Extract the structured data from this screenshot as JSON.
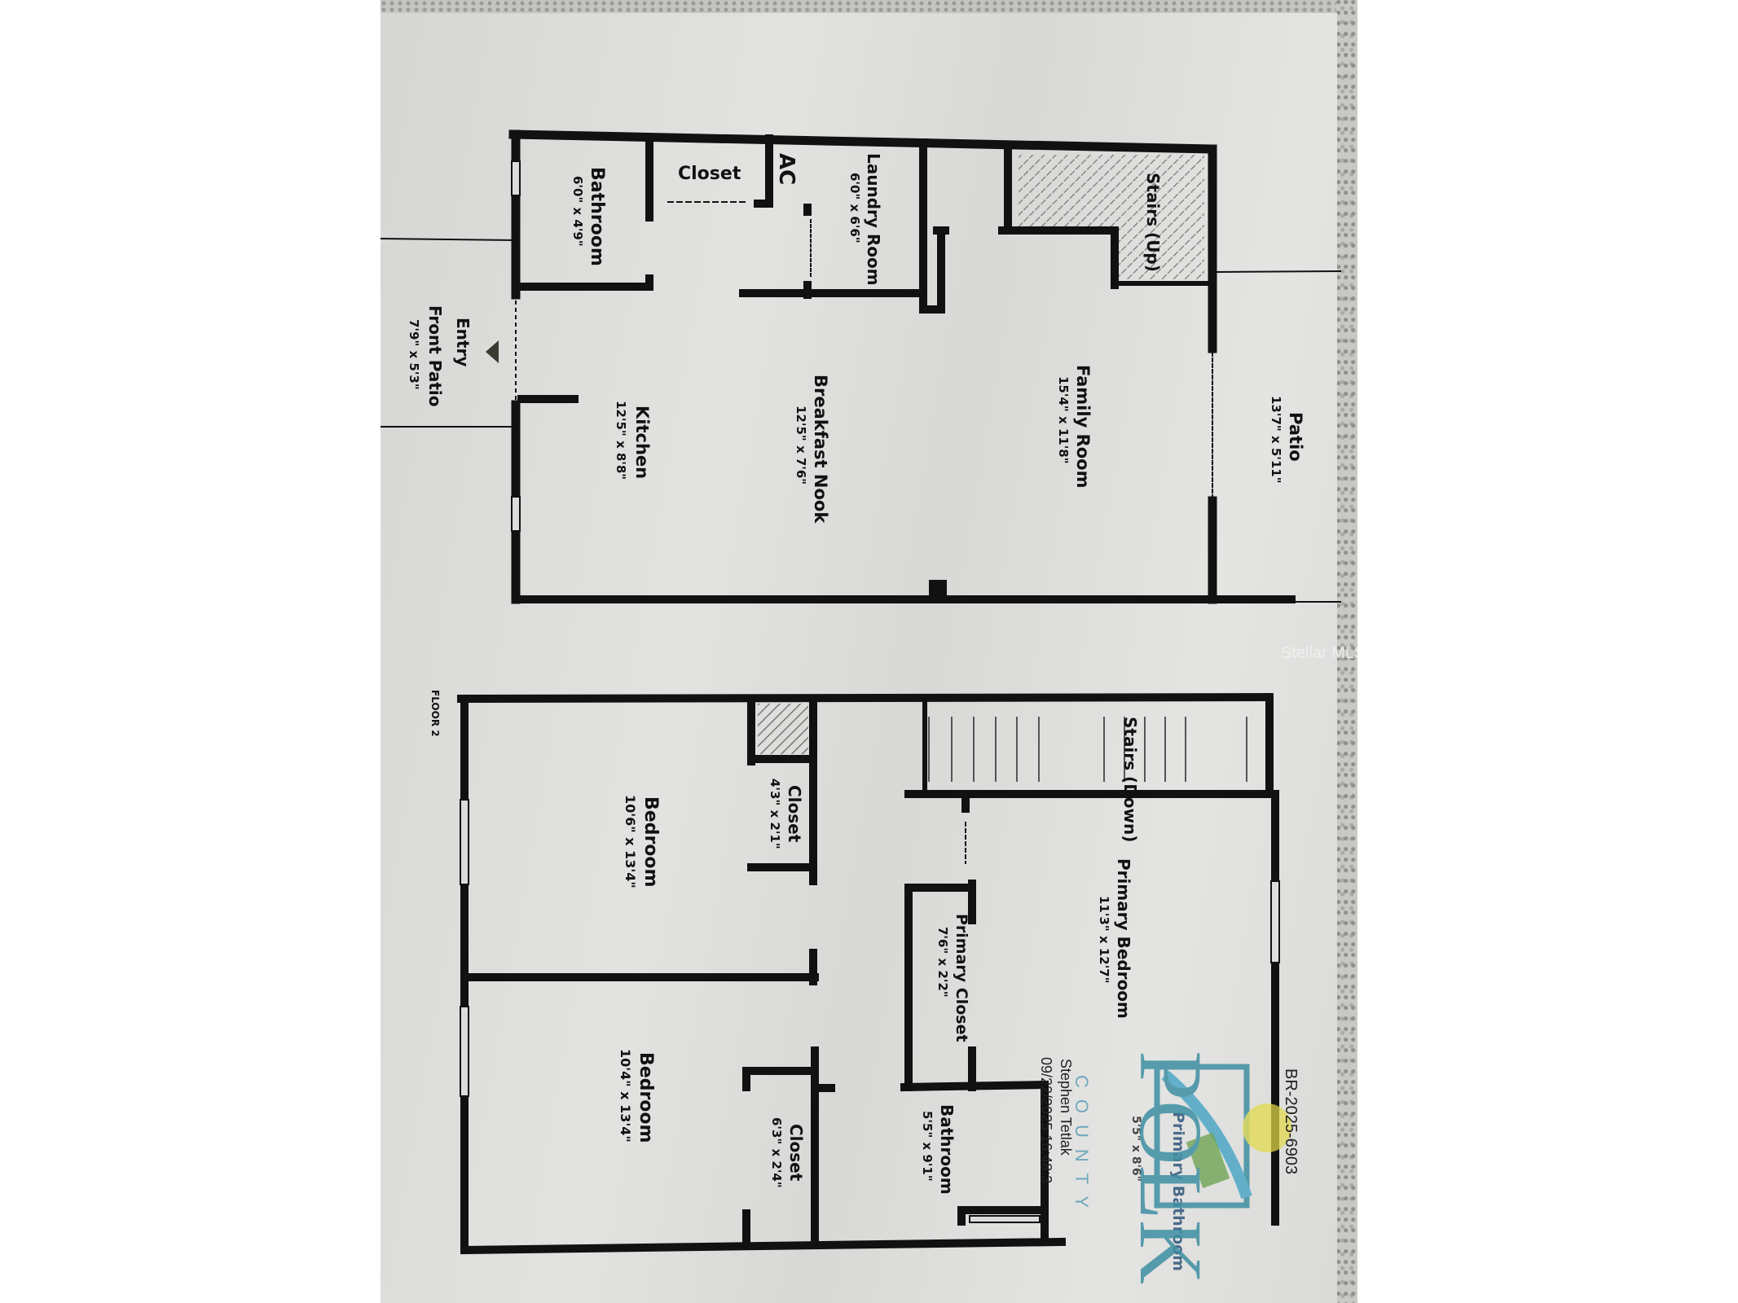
{
  "document": {
    "type": "Floor plan (photographed printout, rotated 90°)",
    "floor_label": "FLOOR 2",
    "watermark": "Stellar MLS",
    "colors": {
      "wall": "#111111",
      "paper": "#dcdcda",
      "logo_teal": "#3e8fa3",
      "logo_green": "#5c9a3c",
      "logo_yellow": "#e3d94a",
      "granite": "#c4c4c0"
    }
  },
  "floor1": {
    "rooms": [
      {
        "name": "Bathroom",
        "dims": "6'0\" x 4'9\""
      },
      {
        "name": "Closet",
        "dims": ""
      },
      {
        "name": "AC",
        "dims": ""
      },
      {
        "name": "Laundry Room",
        "dims": "6'0\" x 6'6\""
      },
      {
        "name": "Stairs (Up)",
        "dims": ""
      },
      {
        "name": "Entry",
        "dims": ""
      },
      {
        "name": "Front Patio",
        "dims": "7'9\" x 5'3\""
      },
      {
        "name": "Kitchen",
        "dims": "12'5\" x 8'8\""
      },
      {
        "name": "Breakfast Nook",
        "dims": "12'5\" x 7'6\""
      },
      {
        "name": "Family Room",
        "dims": "15'4\" x 11'8\""
      },
      {
        "name": "Patio",
        "dims": "13'7\" x 5'11\""
      }
    ]
  },
  "floor2": {
    "rooms": [
      {
        "name": "Stairs (Down)",
        "dims": ""
      },
      {
        "name": "Closet",
        "dims": "4'3\" x 2'1\""
      },
      {
        "name": "Bedroom",
        "dims": "10'6\" x 13'4\""
      },
      {
        "name": "Primary Bedroom",
        "dims": "11'3\" x 12'7\""
      },
      {
        "name": "Primary Closet",
        "dims": "7'6\" x 2'2\""
      },
      {
        "name": "Bedroom",
        "dims": "10'4\" x 13'4\""
      },
      {
        "name": "Closet",
        "dims": "6'3\" x 2'4\""
      },
      {
        "name": "Bathroom",
        "dims": "5'5\" x 9'1\""
      },
      {
        "name": "Primary Bathroom",
        "dims": "5'5\" x 8'6\""
      }
    ]
  },
  "stamp": {
    "permit": "BR-2025-6903",
    "reviewer": "Stephen Tetlak",
    "timestamp": "09/22/2025 16:48:3",
    "logo_text": "POLK",
    "logo_subtext": "COUNTY"
  }
}
